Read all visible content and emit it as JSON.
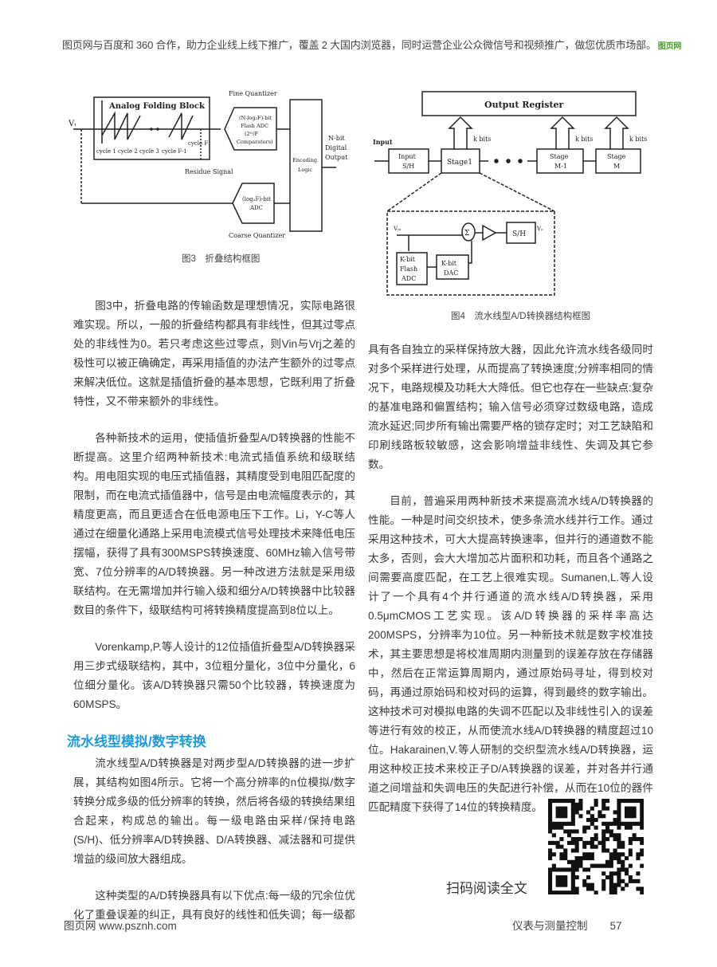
{
  "banner": {
    "text": "图页网与百度和 360 合作，助力企业线上线下推广，覆盖 2 大国内浏览器，同时运营企业公众微信号和视频推广，做您优质市场部。",
    "logo": "图页网"
  },
  "figure3": {
    "caption": "图3　折叠结构框图",
    "labels": {
      "vin": "Vᵢ",
      "block": "Analog Folding Block",
      "cycles": [
        "cycle 1",
        "cycle 2",
        "cycle 3",
        "cycle F-1",
        "cycle F"
      ],
      "fine": "Fine Quantizer",
      "fine_adc": [
        "(N-log₂F)-bit",
        "Flash ADC",
        "(2ᴺ/F",
        "Comparators)"
      ],
      "residue": "Residue Signal",
      "coarse_adc": [
        "(log₂F)-bit",
        "ADC"
      ],
      "coarse": "Coarse Quantizer",
      "encoding": [
        "Encoding",
        "Logic"
      ],
      "output": [
        "N-bit",
        "Digital",
        "Output"
      ]
    }
  },
  "figure4": {
    "caption": "图4　流水线型A/D转换器结构框图",
    "labels": {
      "register": "Output Register",
      "kbits": "k bits",
      "input": "Input",
      "input_sh": [
        "Input",
        "S/H"
      ],
      "stage1": "Stage1",
      "stage_m1": [
        "Stage",
        "M-1"
      ],
      "stage_m": [
        "Stage",
        "M"
      ],
      "vin": "Vᵢₙ",
      "vout": "Vₒ",
      "sum": "Σ",
      "sh": "S/H",
      "flash": [
        "K-bit",
        "Flash",
        "ADC"
      ],
      "dac": [
        "K-bit",
        "DAC"
      ]
    }
  },
  "left_paragraphs": [
    "图3中，折叠电路的传输函数是理想情况，实际电路很难实现。所以，一般的折叠结构都具有非线性，但其过零点处的非线性为0。若只考虑这些过零点，则Vin与Vrj之差的极性可以被正确确定，再采用插值的办法产生额外的过零点来解决低位。这就是插值折叠的基本思想，它既利用了折叠特性，又不带来额外的非线性。",
    "各种新技术的运用，使插值折叠型A/D转换器的性能不断提高。这里介绍两种新技术:电流式插值系统和级联结构。用电阻实现的电压式插值器，其精度受到电阻匹配度的限制，而在电流式插值器中，信号是由电流幅度表示的，其精度更高，而且更适合在低电源电压下工作。Li，Y-C等人通过在细量化通路上采用电流模式信号处理技术来降低电压摆幅，获得了具有300MSPS转换速度、60MHz输入信号带宽、7位分辨率的A/D转换器。另一种改进方法就是采用级联结构。在无需增加并行输入级和细分A/D转换器中比较器数目的条件下，级联结构可将转换精度提高到8位以上。",
    "Vorenkamp,P.等人设计的12位插值折叠型A/D转换器采用三步式级联结构，其中，3位粗分量化，3位中分量化，6位细分量化。该A/D转换器只需50个比较器，转换速度为60MSPS。"
  ],
  "section_heading": "流水线型模拟/数字转换",
  "section_paragraphs": [
    "流水线型A/D转换器是对两步型A/D转换器的进一步扩展，其结构如图4所示。它将一个高分辨率的n位模拟/数字转换分成多级的低分辨率的转换，然后将各级的转换结果组合起来，构成总的输出。每一级电路由采样/保持电路(S/H)、低分辨率A/D转换器、D/A转换器、减法器和可提供增益的级间放大器组成。",
    "这种类型的A/D转换器具有以下优点:每一级的冗余位优化了重叠误差的纠正，具有良好的线性和低失调；每一级都"
  ],
  "right_paragraphs": [
    "具有各自独立的采样保持放大器，因此允许流水线各级同时对多个采样进行处理，从而提高了转换速度;分辨率相同的情况下，电路规模及功耗大大降低。但它也存在一些缺点:复杂的基准电路和偏置结构；输入信号必须穿过数级电路，造成流水延迟;同步所有输出需要严格的锁存定时；对工艺缺陷和印刷线路板较敏感，这会影响增益非线性、失调及其它参数。",
    "目前，普遍采用两种新技术来提高流水线A/D转换器的性能。一种是时间交织技术，使多条流水线并行工作。通过采用这种技术，可大大提高转换速率，但并行的通道数不能太多，否则，会大大增加芯片面积和功耗，而且各个通路之间需要高度匹配，在工艺上很难实现。Sumanen,L.等人设计了一个具有4个并行通道的流水线A/D转换器，采用0.5μmCMOS工艺实现。该A/D转换器的采样率高达200MSPS，分辨率为10位。另一种新技术就是数字校准技术，其主要思想是将校准周期内测量到的误差存放在存储器中，然后在正常运算周期内，通过原始码寻址，得到校对码，再通过原始码和校对码的运算，得到最终的数字输出。这种技术可对模拟电路的失调不匹配以及非线性引入的误差等进行有效的校正，从而使流水线A/D转换器的精度超过10位。Hakarainen,V.等人研制的交织型流水线A/D转换器，运用这种校正技术来校正子D/A转换器的误差，并对各并行通道之间增益和失调电压的失配进行补偿，从而在10位的器件匹配精度下获得了14位的转换精度。"
  ],
  "qr": {
    "label": "扫码阅读全文"
  },
  "footer": {
    "site": "图页网  www.psznh.com",
    "journal": "仪表与测量控制",
    "page": "57"
  },
  "colors": {
    "heading": "#1f9ad8",
    "text": "#3a3a3a"
  }
}
